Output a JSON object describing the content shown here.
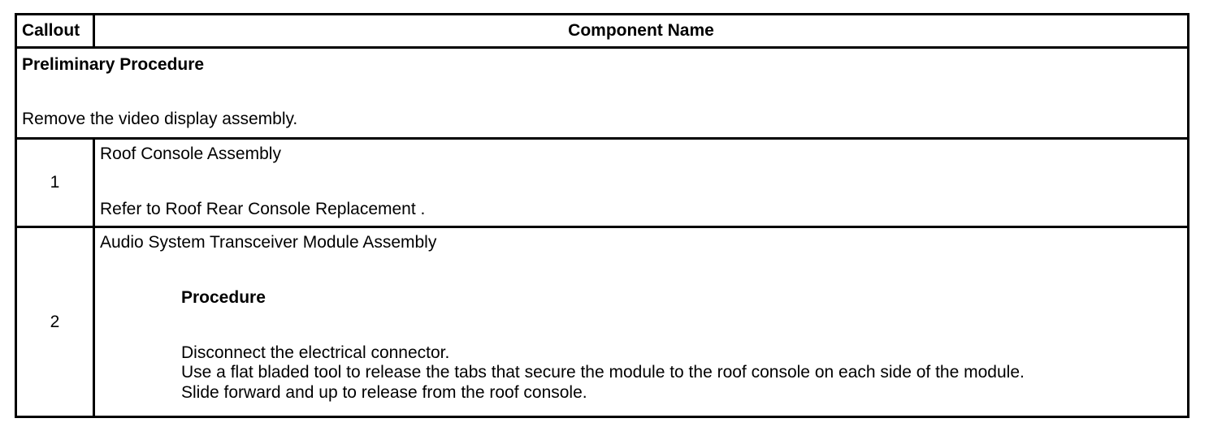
{
  "header": {
    "callout": "Callout",
    "component": "Component Name"
  },
  "preliminary": {
    "title": "Preliminary Procedure",
    "text": "Remove the video display assembly."
  },
  "rows": [
    {
      "callout": "1",
      "name": "Roof Console Assembly",
      "note": "Refer to Roof Rear Console Replacement ."
    },
    {
      "callout": "2",
      "name": "Audio System Transceiver Module Assembly",
      "procedure_title": "Procedure",
      "steps": [
        "Disconnect the electrical connector.",
        "Use a flat bladed tool to release the tabs that secure the module to the roof console on each side of the module.",
        "Slide forward and up to release from the roof console."
      ]
    }
  ]
}
